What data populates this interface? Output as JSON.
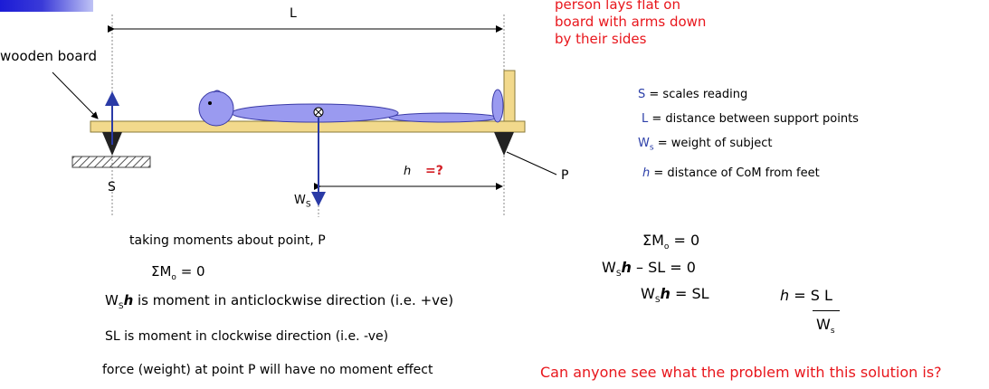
{
  "diagram": {
    "label_L": "L",
    "label_wooden_board": "wooden board",
    "label_S": "S",
    "label_P": "P",
    "label_Ws": "W",
    "label_Ws_sub": "S",
    "label_h": "h",
    "label_h_unknown": "=?",
    "note": [
      "person lays flat on",
      "board with arms down",
      "by their sides"
    ]
  },
  "legend": {
    "items": [
      {
        "sym": "S",
        "sub": "",
        "text": " = scales reading"
      },
      {
        "sym": "L",
        "sub": "",
        "text": " = distance between support points"
      },
      {
        "sym": "W",
        "sub": "s",
        "text": " = weight of subject"
      },
      {
        "sym": "h",
        "sub": "",
        "text": " = distance of CoM from feet"
      }
    ]
  },
  "explanation": {
    "taking_moments": "taking moments about point, P",
    "sum_moments": "ΣM",
    "sum_sub": "o",
    "sum_rest": " = 0",
    "line_wsh_a": "W",
    "line_wsh_sub": "S",
    "line_wsh_h": "h",
    "line_wsh_rest": " is moment in anticlockwise direction (i.e. +ve)",
    "line_sl": "SL is moment in clockwise direction (i.e. -ve)",
    "line_force": "force (weight) at point P will have no moment effect"
  },
  "equations": {
    "eq1_a": "ΣM",
    "eq1_sub": "o",
    "eq1_rest": " = 0",
    "eq2_a": "W",
    "eq2_sub": "S",
    "eq2_h": "h",
    "eq2_rest": " – SL = 0",
    "eq3_a": "W",
    "eq3_sub": "S",
    "eq3_h": "h",
    "eq3_rest": " = SL",
    "frac_h": "h",
    "frac_eq": " = S L",
    "frac_den": "W",
    "frac_den_sub": "s"
  },
  "question": "Can anyone see what the problem with this solution is?",
  "colors": {
    "red": "#e8161c",
    "board": "#f2d98c",
    "person": "#9a9af0",
    "arrow": "#2a3aa6",
    "corner": "#1b1bd6"
  }
}
